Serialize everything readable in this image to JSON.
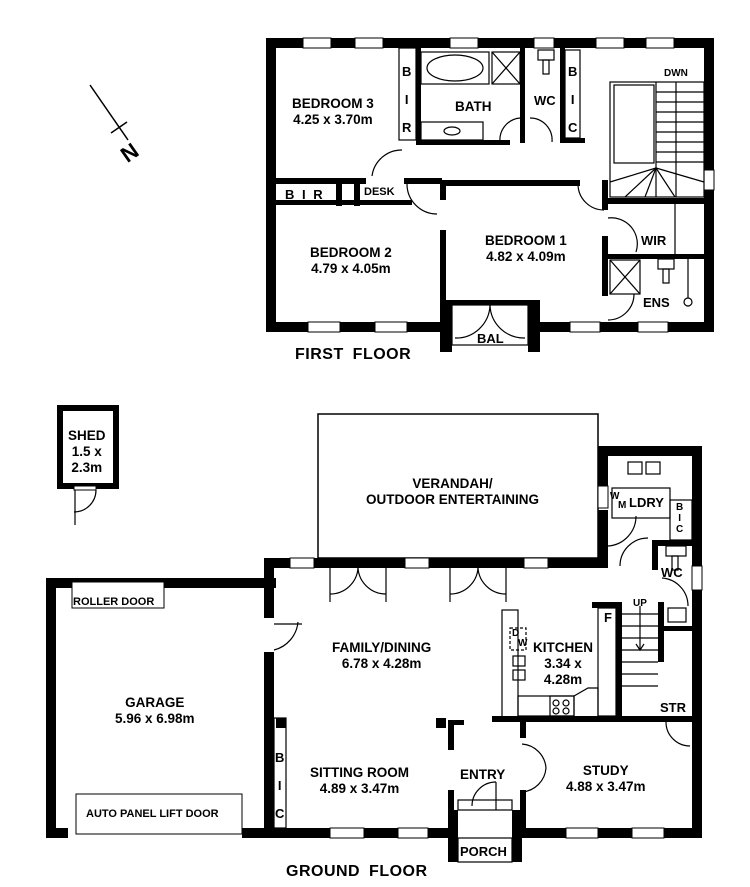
{
  "floor_plan": {
    "north_arrow": {
      "label": "N"
    },
    "first_floor": {
      "title": "FIRST  FLOOR",
      "rooms": {
        "bedroom3": {
          "name": "BEDROOM 3",
          "size": "4.25 x 3.70m"
        },
        "bedroom2": {
          "name": "BEDROOM 2",
          "size": "4.79 x 4.05m"
        },
        "bedroom1": {
          "name": "BEDROOM 1",
          "size": "4.82 x 4.09m"
        },
        "bath": {
          "name": "BATH"
        },
        "wc": {
          "name": "WC"
        },
        "wir": {
          "name": "WIR"
        },
        "ens": {
          "name": "ENS"
        },
        "bal": {
          "name": "BAL"
        },
        "desk": {
          "name": "DESK"
        },
        "bir_vertical": {
          "letters": [
            "B",
            "I",
            "R"
          ]
        },
        "bir_horizontal": {
          "name": "B  I  R"
        },
        "bic": {
          "letters": [
            "B",
            "I",
            "C"
          ]
        },
        "stairs": {
          "label": "DWN"
        }
      }
    },
    "ground_floor": {
      "title": "GROUND  FLOOR",
      "rooms": {
        "shed": {
          "name": "SHED",
          "size_line1": "1.5 x",
          "size_line2": "2.3m"
        },
        "verandah": {
          "name_line1": "VERANDAH/",
          "name_line2": "OUTDOOR ENTERTAINING"
        },
        "ldry": {
          "name": "LDRY"
        },
        "wm": {
          "w": "W",
          "m": "M"
        },
        "ldry_bic": {
          "letters": [
            "B",
            "I",
            "C"
          ]
        },
        "wc": {
          "name": "WC"
        },
        "garage": {
          "name": "GARAGE",
          "size": "5.96 x 6.98m"
        },
        "roller_door": {
          "name": "ROLLER DOOR"
        },
        "auto_door": {
          "name": "AUTO PANEL LIFT DOOR"
        },
        "family": {
          "name": "FAMILY/DINING",
          "size": "6.78 x 4.28m"
        },
        "kitchen": {
          "name": "KITCHEN",
          "size_line1": "3.34 x",
          "size_line2": "4.28m"
        },
        "dw": {
          "d": "D",
          "w": "W"
        },
        "fridge": {
          "name": "F"
        },
        "stairs": {
          "label": "UP"
        },
        "str": {
          "name": "STR"
        },
        "sitting": {
          "name": "SITTING ROOM",
          "size": "4.89 x 3.47m"
        },
        "bic": {
          "letters": [
            "B",
            "I",
            "C"
          ]
        },
        "entry": {
          "name": "ENTRY"
        },
        "study": {
          "name": "STUDY",
          "size": "4.88 x 3.47m"
        },
        "porch": {
          "name": "PORCH"
        }
      }
    }
  }
}
